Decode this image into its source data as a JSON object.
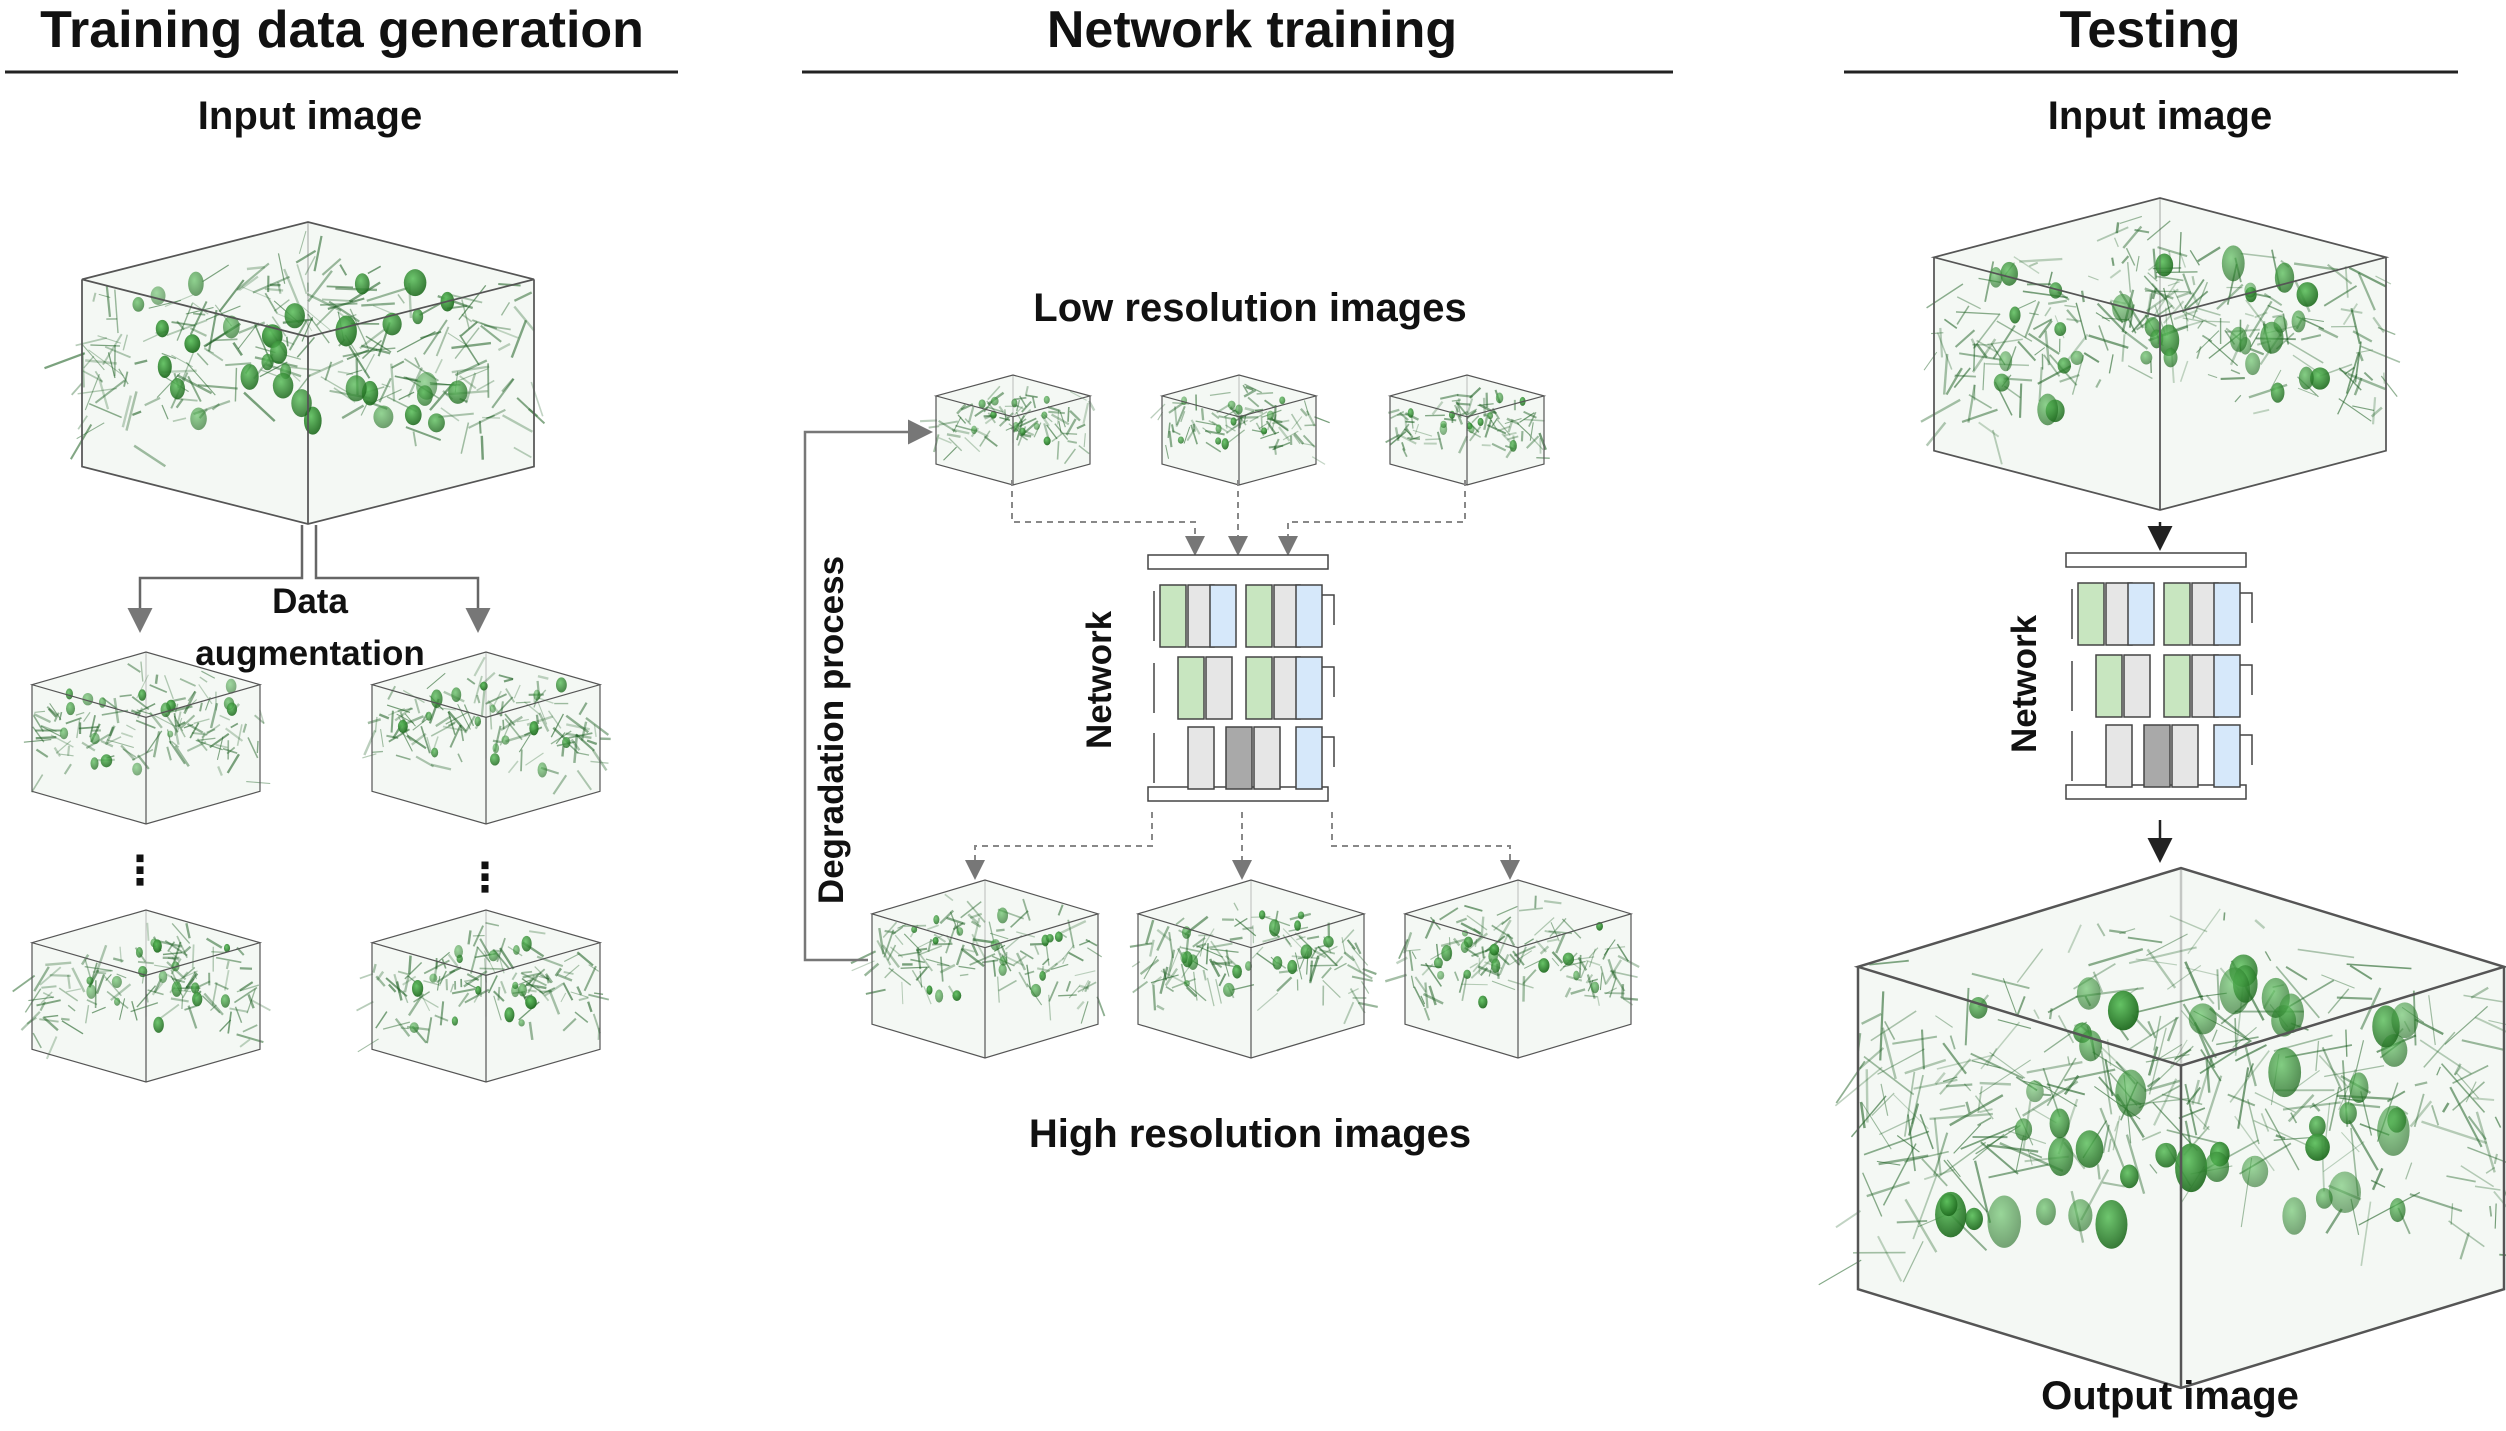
{
  "panels": {
    "training_data": {
      "title": "Training data generation",
      "input_label": "Input image",
      "augmentation_label_line1": "Data",
      "augmentation_label_line2": "augmentation",
      "ellipsis": "⋮"
    },
    "network_training": {
      "title": "Network training",
      "low_res_label": "Low resolution images",
      "high_res_label": "High resolution images",
      "degradation_label": "Degradation process",
      "network_label": "Network"
    },
    "testing": {
      "title": "Testing",
      "input_label": "Input image",
      "output_label": "Output image",
      "network_label": "Network"
    }
  },
  "colors": {
    "volume_green": "#2f7d2f",
    "dark_green": "#1b5e20",
    "block_green": "#c8e6c0",
    "block_gray": "#e6e6e6",
    "block_dark_gray": "#a9a9a9",
    "block_blue": "#d6e8fa",
    "line": "#555555",
    "arrow_gray": "#777777"
  }
}
